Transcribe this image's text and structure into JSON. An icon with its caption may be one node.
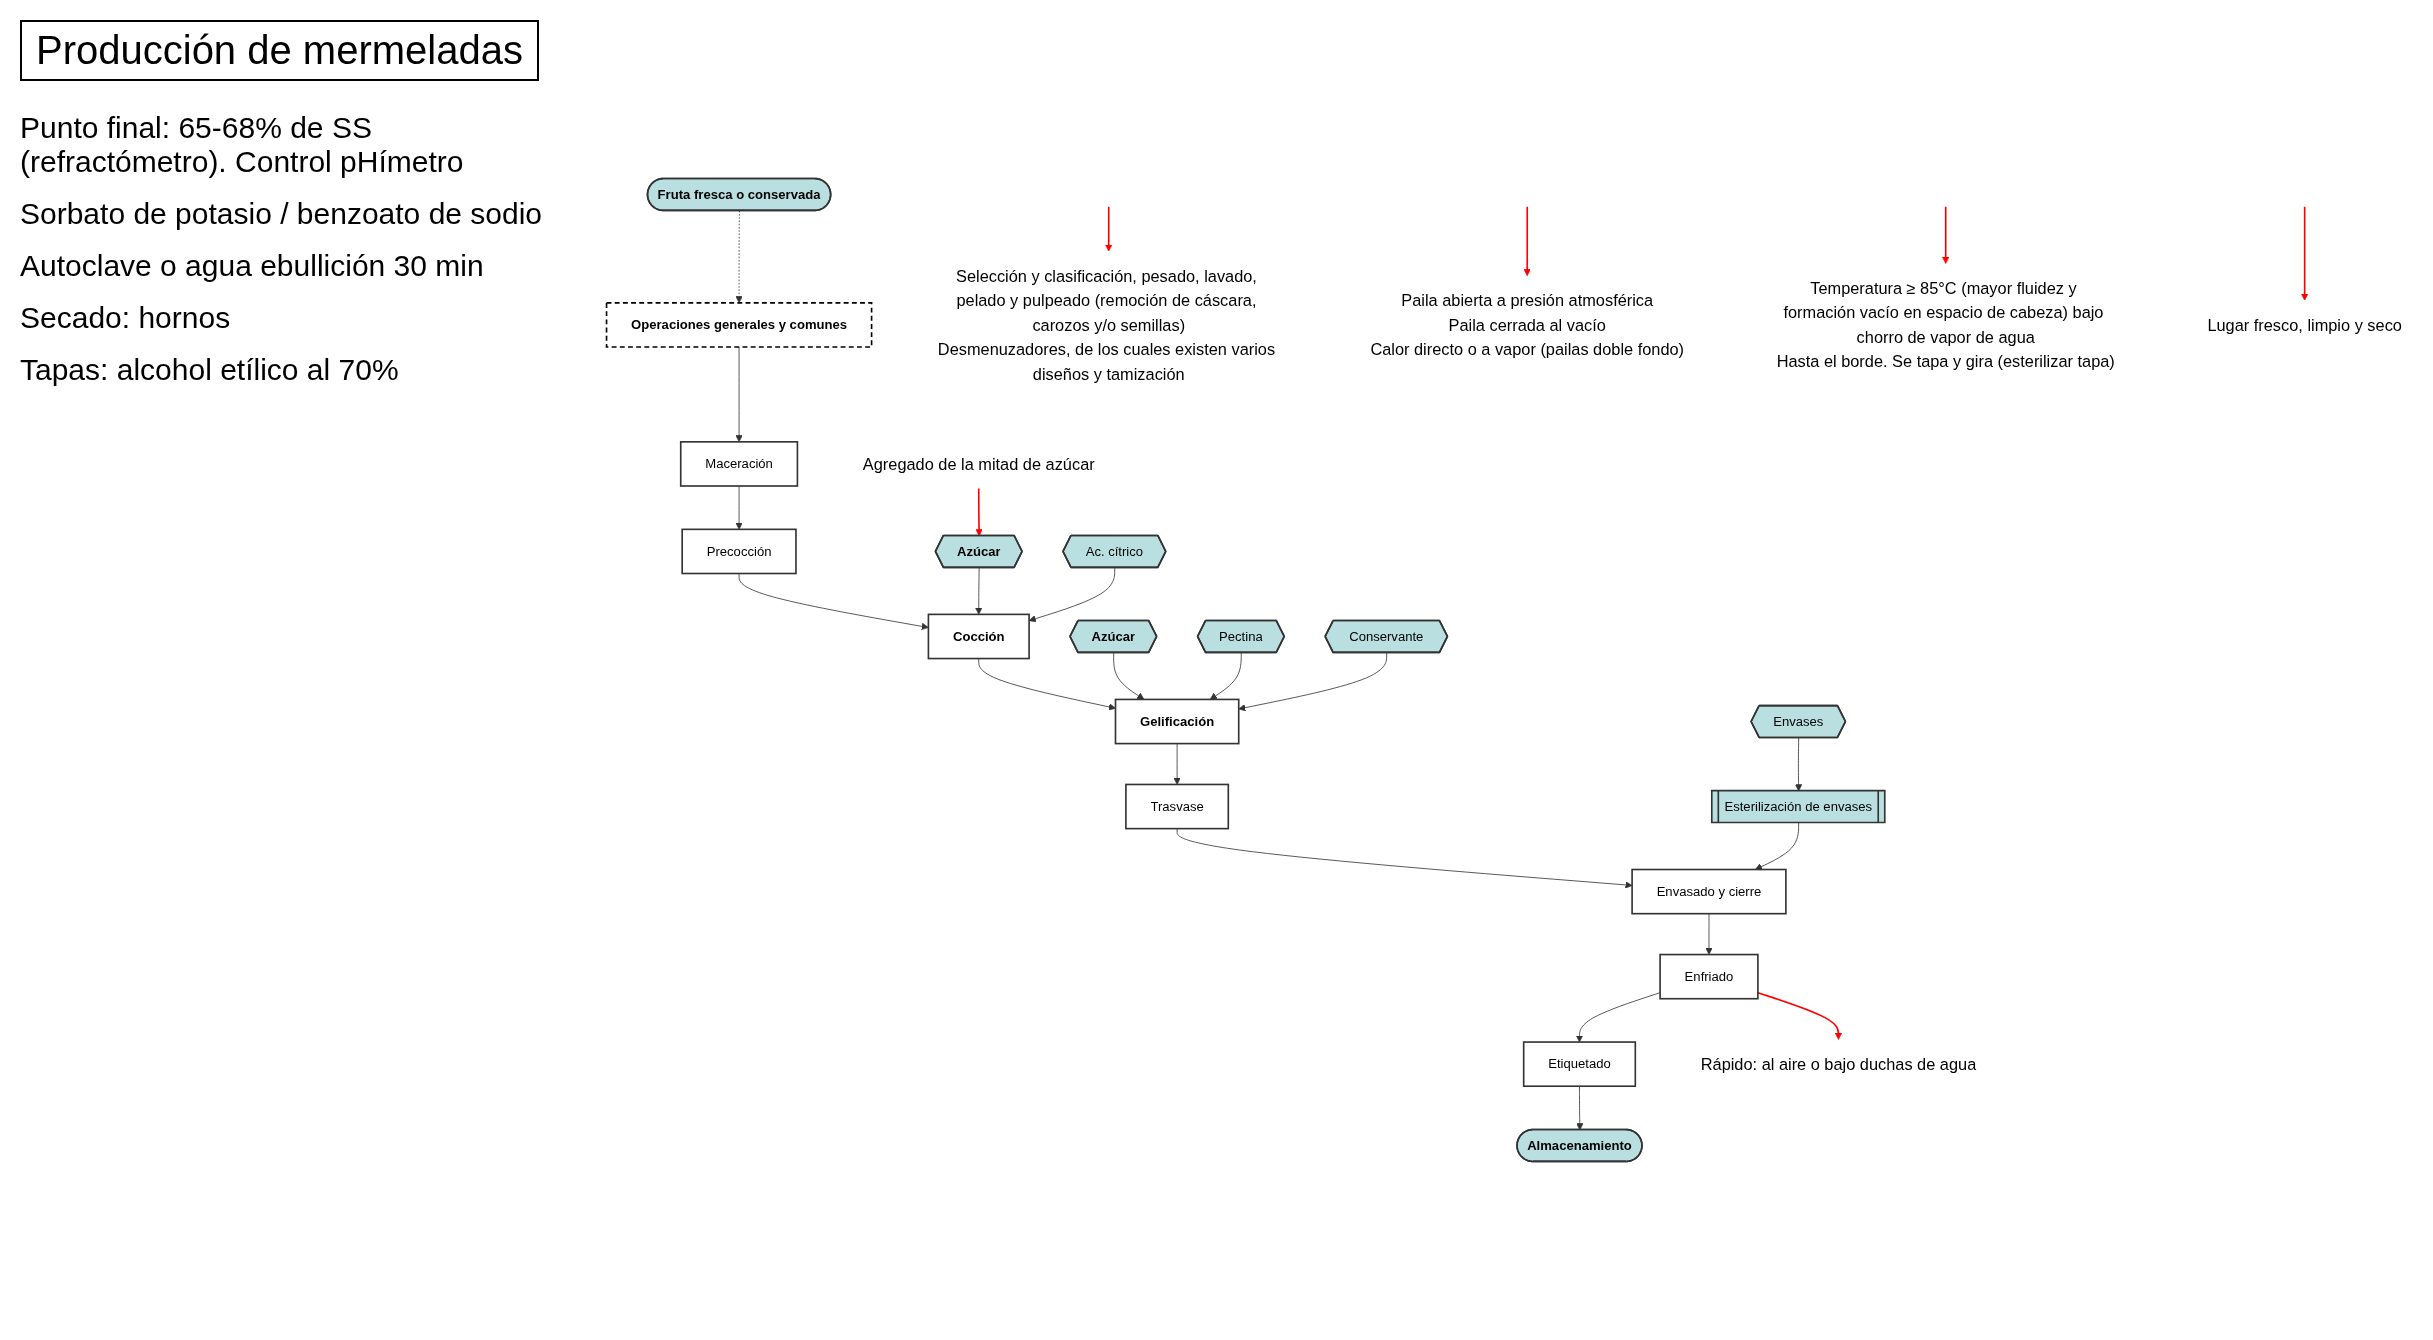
{
  "diagram": {
    "title": "Producción de mermeladas",
    "nodes": [
      {
        "text": [
          "Fruta fresca o conservada"
        ]
      },
      {
        "text": [
          "Operaciones generales y comunes"
        ]
      },
      {
        "text": [
          "Maceración"
        ]
      },
      {
        "text": [
          "Precocción"
        ]
      },
      {
        "text": [
          "Azúcar"
        ]
      },
      {
        "text": [
          "Ac. cítrico"
        ]
      },
      {
        "text": [
          "Cocción"
        ]
      },
      {
        "text": [
          "Azúcar"
        ]
      },
      {
        "text": [
          "Pectina"
        ]
      },
      {
        "text": [
          "Gelificación"
        ]
      },
      {
        "text": [
          "Conservante"
        ]
      },
      {
        "text": [
          "Trasvase"
        ]
      },
      {
        "text": [
          "Envases"
        ]
      },
      {
        "text": [
          "Esterilización de envases"
        ]
      },
      {
        "text": [
          "Envasado y cierre"
        ]
      },
      {
        "text": [
          "Enfriado"
        ]
      },
      {
        "text": [
          "Etiquetado"
        ]
      },
      {
        "text": [
          "Almacenamiento"
        ]
      },
      {
        "text": [
          "Selección y clasificación, pesado, lavado, pelado y pulpeado (remoción de cáscara, carozos y/o semillas)",
          "Desmenuzadores, de los cuales existen varios diseños y tamización"
        ]
      },
      {
        "text": [
          "Agregado de la mitad de azúcar"
        ]
      },
      {
        "text": [
          "Paila abierta a presión atmosférica",
          "Paila cerrada al vacío",
          "Calor directo o a vapor (pailas doble fondo)"
        ]
      },
      {
        "text": [
          "Temperatura ≥ 85°C (mayor fluidez y formación vacío en espacio de cabeza) bajo chorro de vapor de agua",
          "Hasta el borde. Se tapa y gira (esterilizar tapa)"
        ]
      },
      {
        "text": [
          "Rápido: al aire o bajo duchas de agua"
        ]
      },
      {
        "text": [
          "Lugar fresco, limpio y seco"
        ]
      }
    ],
    "edges": [
      {
        "from": 0,
        "to": 1,
        "arrow": "to",
        "style": "dashed"
      },
      {
        "from": 1,
        "to": 2,
        "arrow": "to"
      },
      {
        "from": 2,
        "to": 3,
        "arrow": "to"
      },
      {
        "from": 3,
        "to": 6,
        "arrow": "to"
      },
      {
        "from": 4,
        "to": 6,
        "arrow": "to"
      },
      {
        "from": 5,
        "to": 6,
        "arrow": "to"
      },
      {
        "from": 6,
        "to": 9,
        "arrow": "to"
      },
      {
        "from": 7,
        "to": 9,
        "arrow": "to"
      },
      {
        "from": 8,
        "to": 9,
        "arrow": "to"
      },
      {
        "from": 10,
        "to": 9,
        "arrow": "to"
      },
      {
        "from": 9,
        "to": 11,
        "arrow": "to"
      },
      {
        "from": 11,
        "to": 14,
        "arrow": "to"
      },
      {
        "from": 12,
        "to": 13,
        "arrow": "to"
      },
      {
        "from": 13,
        "to": 14,
        "arrow": "to"
      },
      {
        "from": 14,
        "to": 15,
        "arrow": "to"
      },
      {
        "from": 15,
        "to": 16,
        "arrow": "to"
      },
      {
        "from": 16,
        "to": 17,
        "arrow": "to"
      },
      {
        "from": null,
        "to": 18,
        "arrow": "to",
        "color": "#ff0000"
      },
      {
        "from": 19,
        "to": 4,
        "arrow": "to",
        "color": "#ff0000"
      },
      {
        "from": null,
        "to": 20,
        "arrow": "to",
        "color": "#ff0000"
      },
      {
        "from": null,
        "to": 21,
        "arrow": "to",
        "color": "#ff0000"
      },
      {
        "from": 15,
        "to": 22,
        "arrow": "to",
        "color": "#ff0000"
      },
      {
        "from": null,
        "to": 23,
        "arrow": "to",
        "color": "#ff0000"
      }
    ],
    "labels": [
      "Punto final: 65-68% de SS (refractómetro). Control pHímetro",
      "Sorbato de potasio / benzoato de sodio",
      "Autoclave o agua ebullición 30 min",
      "Secado: hornos",
      "Tapas: alcohol etílico al 70%"
    ]
  }
}
